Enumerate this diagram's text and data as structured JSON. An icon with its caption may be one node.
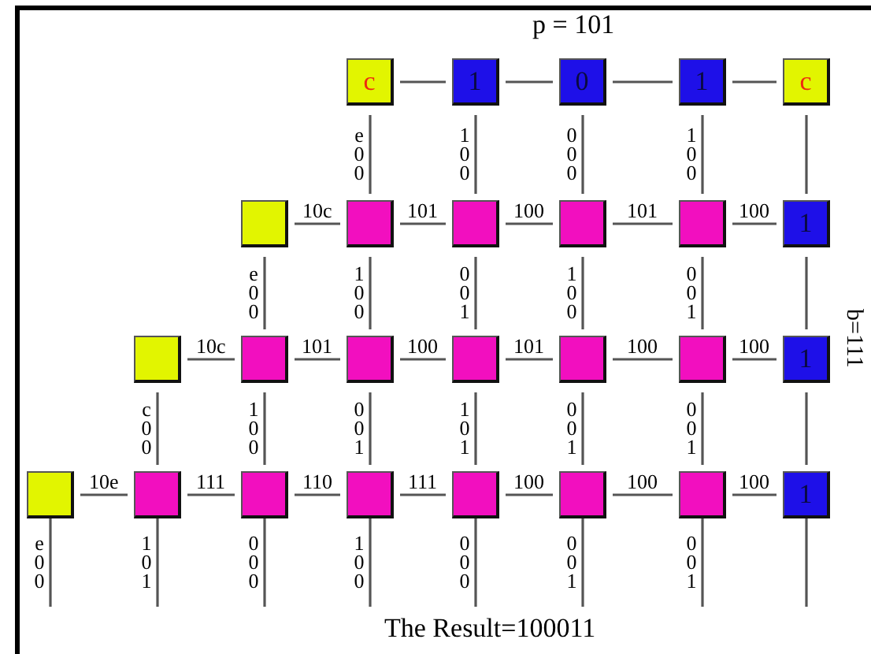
{
  "diagram": {
    "title": "p = 101",
    "caption": "The Result=100011",
    "nodes": [
      {
        "text": [
          "c"
        ]
      },
      {
        "text": [
          "1"
        ]
      },
      {
        "text": [
          "0"
        ]
      },
      {
        "text": [
          "1"
        ]
      },
      {
        "text": [
          "c"
        ]
      },
      {
        "text": [],
        "shape": "box"
      },
      {
        "text": [],
        "shape": "box"
      },
      {
        "text": [],
        "shape": "box"
      },
      {
        "text": [],
        "shape": "box"
      },
      {
        "text": [],
        "shape": "box"
      },
      {
        "text": [
          "1"
        ]
      },
      {
        "text": [],
        "shape": "box"
      },
      {
        "text": [],
        "shape": "box"
      },
      {
        "text": [],
        "shape": "box"
      },
      {
        "text": [],
        "shape": "box"
      },
      {
        "text": [],
        "shape": "box"
      },
      {
        "text": [],
        "shape": "box"
      },
      {
        "text": [
          "1"
        ]
      },
      {
        "text": [],
        "shape": "box"
      },
      {
        "text": [],
        "shape": "box"
      },
      {
        "text": [],
        "shape": "box"
      },
      {
        "text": [],
        "shape": "box"
      },
      {
        "text": [],
        "shape": "box"
      },
      {
        "text": [],
        "shape": "box"
      },
      {
        "text": [],
        "shape": "box"
      },
      {
        "text": [
          "1"
        ]
      }
    ],
    "edges": [
      {
        "from": 0,
        "to": 1,
        "arrow": "none"
      },
      {
        "from": 1,
        "to": 2,
        "arrow": "none"
      },
      {
        "from": 2,
        "to": 3,
        "arrow": "none"
      },
      {
        "from": 3,
        "to": 4,
        "arrow": "none"
      },
      {
        "from": 5,
        "to": 6,
        "arrow": "none",
        "label": "10c"
      },
      {
        "from": 6,
        "to": 7,
        "arrow": "none",
        "label": "101"
      },
      {
        "from": 7,
        "to": 8,
        "arrow": "none",
        "label": "100"
      },
      {
        "from": 8,
        "to": 9,
        "arrow": "none",
        "label": "101"
      },
      {
        "from": 9,
        "to": 10,
        "arrow": "none",
        "label": "100"
      },
      {
        "from": 11,
        "to": 12,
        "arrow": "none",
        "label": "10c"
      },
      {
        "from": 12,
        "to": 13,
        "arrow": "none",
        "label": "101"
      },
      {
        "from": 13,
        "to": 14,
        "arrow": "none",
        "label": "100"
      },
      {
        "from": 14,
        "to": 15,
        "arrow": "none",
        "label": "101"
      },
      {
        "from": 15,
        "to": 16,
        "arrow": "none",
        "label": "100"
      },
      {
        "from": 16,
        "to": 17,
        "arrow": "none",
        "label": "100"
      },
      {
        "from": 18,
        "to": 19,
        "arrow": "none",
        "label": "10e"
      },
      {
        "from": 19,
        "to": 20,
        "arrow": "none",
        "label": "111"
      },
      {
        "from": 20,
        "to": 21,
        "arrow": "none",
        "label": "110"
      },
      {
        "from": 21,
        "to": 22,
        "arrow": "none",
        "label": "111"
      },
      {
        "from": 22,
        "to": 23,
        "arrow": "none",
        "label": "100"
      },
      {
        "from": 23,
        "to": 24,
        "arrow": "none",
        "label": "100"
      },
      {
        "from": 24,
        "to": 25,
        "arrow": "none",
        "label": "100"
      },
      {
        "from": 0,
        "to": 6,
        "arrow": "none",
        "label": "e 0 0"
      },
      {
        "from": 1,
        "to": 7,
        "arrow": "none",
        "label": "1 0 0"
      },
      {
        "from": 2,
        "to": 8,
        "arrow": "none",
        "label": "0 0 0"
      },
      {
        "from": 3,
        "to": 9,
        "arrow": "none",
        "label": "1 0 0"
      },
      {
        "from": 4,
        "to": 10,
        "arrow": "none"
      },
      {
        "from": 5,
        "to": 12,
        "arrow": "none",
        "label": "e 0 0"
      },
      {
        "from": 6,
        "to": 13,
        "arrow": "none",
        "label": "1 0 0"
      },
      {
        "from": 7,
        "to": 14,
        "arrow": "none",
        "label": "0 0 1"
      },
      {
        "from": 8,
        "to": 15,
        "arrow": "none",
        "label": "1 0 0"
      },
      {
        "from": 9,
        "to": 16,
        "arrow": "none",
        "label": "0 0 1"
      },
      {
        "from": 10,
        "to": 17,
        "arrow": "none"
      },
      {
        "from": 11,
        "to": 19,
        "arrow": "none",
        "label": "c 0 0"
      },
      {
        "from": 12,
        "to": 20,
        "arrow": "none",
        "label": "1 0 0"
      },
      {
        "from": 13,
        "to": 21,
        "arrow": "none",
        "label": "0 0 1"
      },
      {
        "from": 14,
        "to": 22,
        "arrow": "none",
        "label": "1 0 1"
      },
      {
        "from": 15,
        "to": 23,
        "arrow": "none",
        "label": "0 0 1"
      },
      {
        "from": 16,
        "to": 24,
        "arrow": "none",
        "label": "0 0 1"
      },
      {
        "from": 17,
        "to": 25,
        "arrow": "none"
      },
      {
        "from": 18,
        "to": null,
        "arrow": "none",
        "label": "e 0 0"
      },
      {
        "from": 19,
        "to": null,
        "arrow": "none",
        "label": "1 0 1"
      },
      {
        "from": 20,
        "to": null,
        "arrow": "none",
        "label": "0 0 0"
      },
      {
        "from": 21,
        "to": null,
        "arrow": "none",
        "label": "1 0 0"
      },
      {
        "from": 22,
        "to": null,
        "arrow": "none",
        "label": "0 0 0"
      },
      {
        "from": 23,
        "to": null,
        "arrow": "none",
        "label": "0 0 1"
      },
      {
        "from": 24,
        "to": null,
        "arrow": "none",
        "label": "0 0 1"
      },
      {
        "from": 25,
        "to": null,
        "arrow": "none"
      }
    ],
    "labels": [
      "b=111"
    ]
  }
}
